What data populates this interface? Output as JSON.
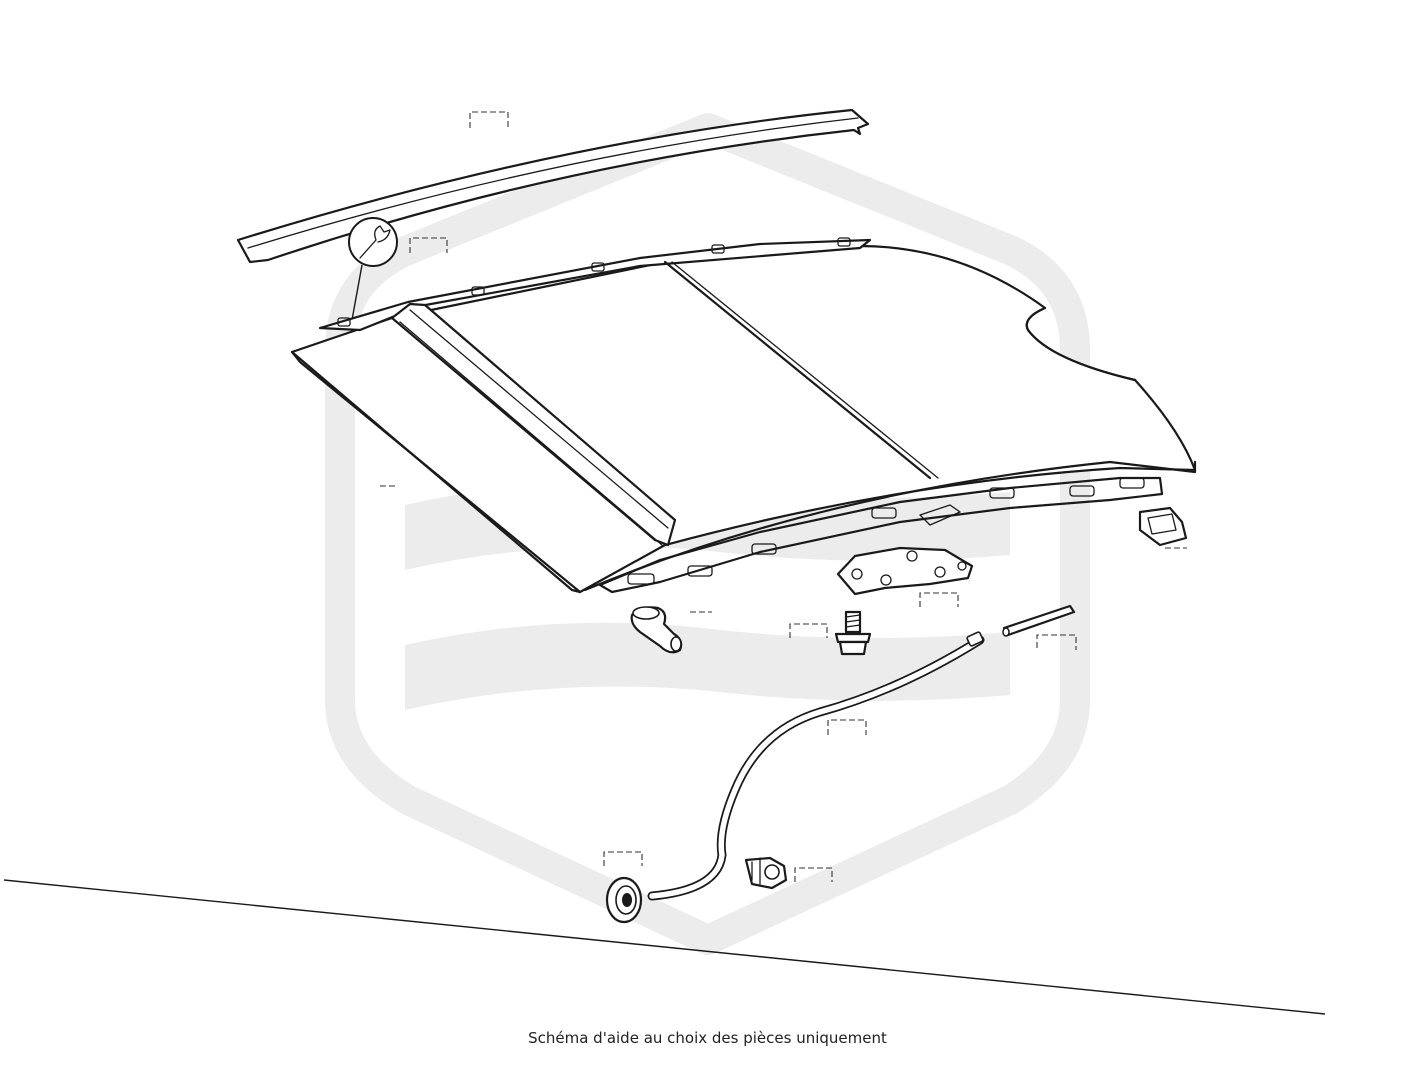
{
  "caption": "Schéma d'aide au choix des pièces uniquement",
  "watermark": {
    "icon": "brand-shield-watermark-icon",
    "color": "#ececec"
  },
  "line_color": "#1a1a1a",
  "parts": [
    {
      "name": "hood-trim-strip",
      "icon": "trim-strip-icon"
    },
    {
      "name": "hood-panel",
      "icon": "hood-panel-icon"
    },
    {
      "name": "tool-indicator",
      "icon": "wrench-icon"
    },
    {
      "name": "hood-latch-striker",
      "icon": "latch-striker-icon"
    },
    {
      "name": "hood-hinge-bracket",
      "icon": "hinge-bracket-icon"
    },
    {
      "name": "washer-hose-elbow",
      "icon": "hose-elbow-icon"
    },
    {
      "name": "flange-bolt",
      "icon": "bolt-icon"
    },
    {
      "name": "washer-hose-connector",
      "icon": "hose-connector-icon"
    },
    {
      "name": "washer-hose",
      "icon": "hose-icon"
    },
    {
      "name": "hose-clip",
      "icon": "clip-icon"
    },
    {
      "name": "rubber-grommet",
      "icon": "grommet-icon"
    }
  ]
}
